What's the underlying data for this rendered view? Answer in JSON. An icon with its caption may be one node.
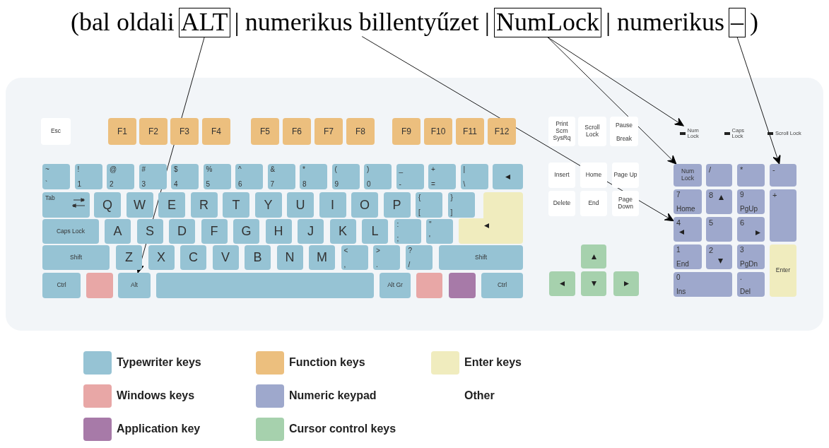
{
  "diagram": {
    "nodes": [
      {
        "text": [
          "ALT"
        ]
      },
      {
        "text": [
          "numerikus billentyűzet"
        ]
      },
      {
        "text": [
          "NumLock"
        ]
      },
      {
        "text": [
          "–"
        ]
      },
      {
        "text": [
          "Esc"
        ]
      },
      {
        "text": [
          "F1"
        ]
      },
      {
        "text": [
          "F2"
        ]
      },
      {
        "text": [
          "F3"
        ]
      },
      {
        "text": [
          "F4"
        ]
      },
      {
        "text": [
          "F5"
        ]
      },
      {
        "text": [
          "F6"
        ]
      },
      {
        "text": [
          "F7"
        ]
      },
      {
        "text": [
          "F8"
        ]
      },
      {
        "text": [
          "F9"
        ]
      },
      {
        "text": [
          "F10"
        ]
      },
      {
        "text": [
          "F11"
        ]
      },
      {
        "text": [
          "F12"
        ]
      },
      {
        "text": [
          "Print Scrn SysRq"
        ]
      },
      {
        "text": [
          "Scroll Lock"
        ]
      },
      {
        "text": [
          "Pause",
          "Break"
        ]
      },
      {
        "text": [
          "Num Lock"
        ]
      },
      {
        "text": [
          "Caps Lock"
        ]
      },
      {
        "text": [
          "Scroll Lock"
        ]
      },
      {
        "text": [
          "~",
          "`"
        ]
      },
      {
        "text": [
          "!",
          "1"
        ]
      },
      {
        "text": [
          "@",
          "2"
        ]
      },
      {
        "text": [
          "#",
          "3"
        ]
      },
      {
        "text": [
          "$",
          "4"
        ]
      },
      {
        "text": [
          "%",
          "5"
        ]
      },
      {
        "text": [
          "^",
          "6"
        ]
      },
      {
        "text": [
          "&",
          "7"
        ]
      },
      {
        "text": [
          "*",
          "8"
        ]
      },
      {
        "text": [
          "(",
          "9"
        ]
      },
      {
        "text": [
          ")",
          "0"
        ]
      },
      {
        "text": [
          "_",
          "-"
        ]
      },
      {
        "text": [
          "+",
          "="
        ]
      },
      {
        "text": [
          "|",
          "\\"
        ]
      },
      {
        "text": [],
        "shape": "box"
      },
      {
        "text": [
          "Insert"
        ]
      },
      {
        "text": [
          "Home"
        ]
      },
      {
        "text": [
          "Page Up"
        ]
      },
      {
        "text": [
          "Num Lock"
        ]
      },
      {
        "text": [
          "/"
        ]
      },
      {
        "text": [
          "*"
        ]
      },
      {
        "text": [
          "-"
        ]
      },
      {
        "text": [
          "Tab"
        ]
      },
      {
        "text": [
          "Q"
        ]
      },
      {
        "text": [
          "W"
        ]
      },
      {
        "text": [
          "E"
        ]
      },
      {
        "text": [
          "R"
        ]
      },
      {
        "text": [
          "T"
        ]
      },
      {
        "text": [
          "Y"
        ]
      },
      {
        "text": [
          "U"
        ]
      },
      {
        "text": [
          "I"
        ]
      },
      {
        "text": [
          "O"
        ]
      },
      {
        "text": [
          "P"
        ]
      },
      {
        "text": [
          "{",
          "["
        ]
      },
      {
        "text": [
          "}",
          "]"
        ]
      },
      {
        "text": [],
        "shape": "box"
      },
      {
        "text": [
          "Delete"
        ]
      },
      {
        "text": [
          "End"
        ]
      },
      {
        "text": [
          "Page Down"
        ]
      },
      {
        "text": [
          "7",
          "Home"
        ]
      },
      {
        "text": [
          "8"
        ]
      },
      {
        "text": [
          "9",
          "PgUp"
        ]
      },
      {
        "text": [
          "+"
        ]
      },
      {
        "text": [
          "Caps Lock"
        ]
      },
      {
        "text": [
          "A"
        ]
      },
      {
        "text": [
          "S"
        ]
      },
      {
        "text": [
          "D"
        ]
      },
      {
        "text": [
          "F"
        ]
      },
      {
        "text": [
          "G"
        ]
      },
      {
        "text": [
          "H"
        ]
      },
      {
        "text": [
          "J"
        ]
      },
      {
        "text": [
          "K"
        ]
      },
      {
        "text": [
          "L"
        ]
      },
      {
        "text": [
          ":",
          ";"
        ]
      },
      {
        "text": [
          "\"",
          "'"
        ]
      },
      {
        "text": [
          "4"
        ]
      },
      {
        "text": [
          "5"
        ]
      },
      {
        "text": [
          "6"
        ]
      },
      {
        "text": [
          "Shift"
        ]
      },
      {
        "text": [
          "Z"
        ]
      },
      {
        "text": [
          "X"
        ]
      },
      {
        "text": [
          "C"
        ]
      },
      {
        "text": [
          "V"
        ]
      },
      {
        "text": [
          "B"
        ]
      },
      {
        "text": [
          "N"
        ]
      },
      {
        "text": [
          "M"
        ]
      },
      {
        "text": [
          "<",
          ","
        ]
      },
      {
        "text": [
          ">",
          "."
        ]
      },
      {
        "text": [
          "?",
          "/"
        ]
      },
      {
        "text": [
          "Shift"
        ]
      },
      {
        "text": [],
        "shape": "box"
      },
      {
        "text": [
          "1",
          "End"
        ]
      },
      {
        "text": [
          "2"
        ]
      },
      {
        "text": [
          "3",
          "PgDn"
        ]
      },
      {
        "text": [
          "Enter"
        ]
      },
      {
        "text": [
          "Ctrl"
        ]
      },
      {
        "text": [],
        "shape": "box"
      },
      {
        "text": [
          "Alt"
        ]
      },
      {
        "text": [],
        "shape": "box"
      },
      {
        "text": [
          "Alt Gr"
        ]
      },
      {
        "text": [],
        "shape": "box"
      },
      {
        "text": [],
        "shape": "box"
      },
      {
        "text": [
          "Ctrl"
        ]
      },
      {
        "text": [],
        "shape": "box"
      },
      {
        "text": [],
        "shape": "box"
      },
      {
        "text": [],
        "shape": "box"
      },
      {
        "text": [
          "0",
          "Ins"
        ]
      },
      {
        "text": [
          ".",
          "Del"
        ]
      }
    ],
    "edges": [
      {
        "from": 0,
        "to": 100,
        "arrow": "to"
      },
      {
        "from": 1,
        "to": 78,
        "arrow": "to"
      },
      {
        "from": 2,
        "to": 20,
        "arrow": "to"
      },
      {
        "from": 2,
        "to": 41,
        "arrow": "to"
      },
      {
        "from": 3,
        "to": 44,
        "arrow": "to"
      }
    ],
    "labels": [
      "(bal oldali",
      "|",
      "|",
      "| numerikus",
      ")"
    ],
    "legend": [
      {
        "text": "Typewriter keys",
        "color": "#96c3d4"
      },
      {
        "text": "Function keys",
        "color": "#ecbf7e"
      },
      {
        "text": "Enter keys",
        "color": "#f0ecbe"
      },
      {
        "text": "Windows keys",
        "color": "#e8a7a6"
      },
      {
        "text": "Numeric keypad",
        "color": "#9ea8cc"
      },
      {
        "text": "Other",
        "color": "#ffffff"
      },
      {
        "text": "Application key",
        "color": "#a77aa8"
      },
      {
        "text": "Cursor control keys",
        "color": "#a6d1ad"
      }
    ]
  }
}
